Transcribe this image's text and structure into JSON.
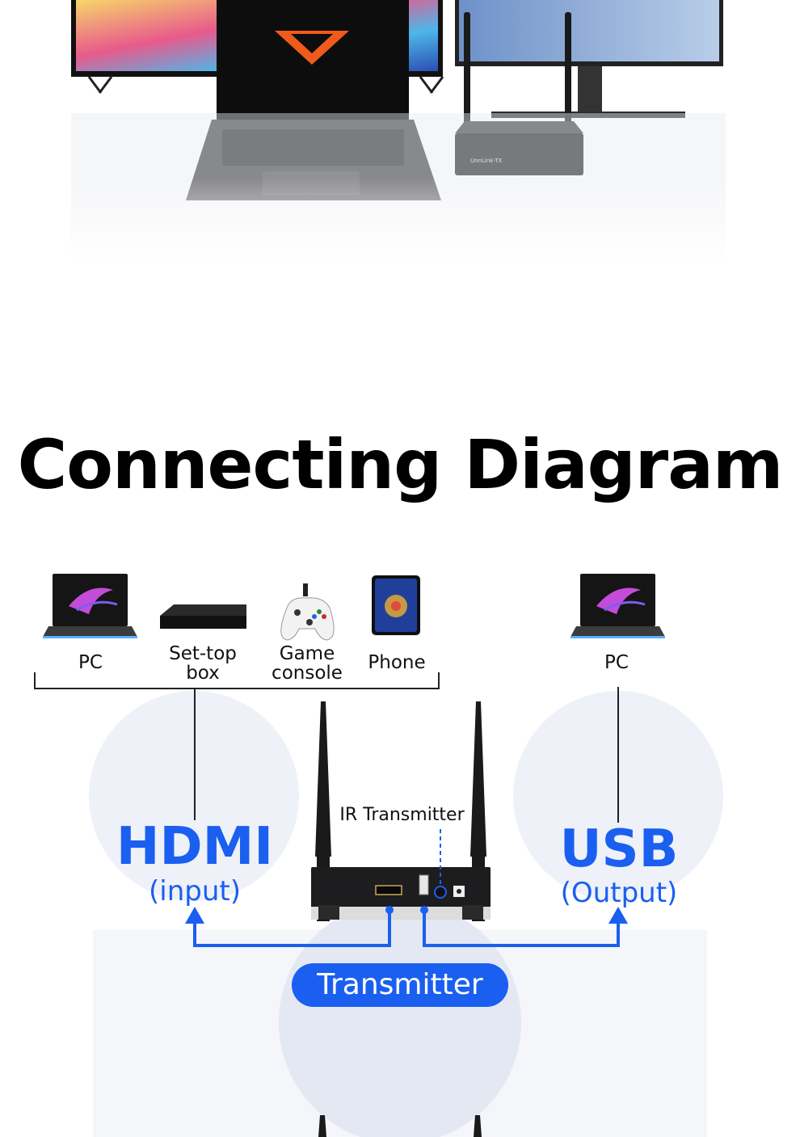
{
  "title": "Connecting Diagram",
  "devices_left": [
    {
      "label": "PC",
      "icon": "laptop-icon"
    },
    {
      "label": "Set-top box",
      "icon": "set-top-box-icon"
    },
    {
      "label": "Game console",
      "icon": "game-controller-icon"
    },
    {
      "label": "Phone",
      "icon": "phone-icon"
    }
  ],
  "device_right": {
    "label": "PC",
    "icon": "laptop-icon"
  },
  "ports": {
    "hdmi": {
      "name": "HDMI",
      "direction": "(input)"
    },
    "usb": {
      "name": "USB",
      "direction": "(Output)"
    }
  },
  "ir_label": "IR Transmitter",
  "device_name": "Transmitter",
  "product_label": "UnnLink-TX",
  "colors": {
    "accent": "#1a5ff0",
    "text": "#000000",
    "device": "#1d1d1f"
  }
}
